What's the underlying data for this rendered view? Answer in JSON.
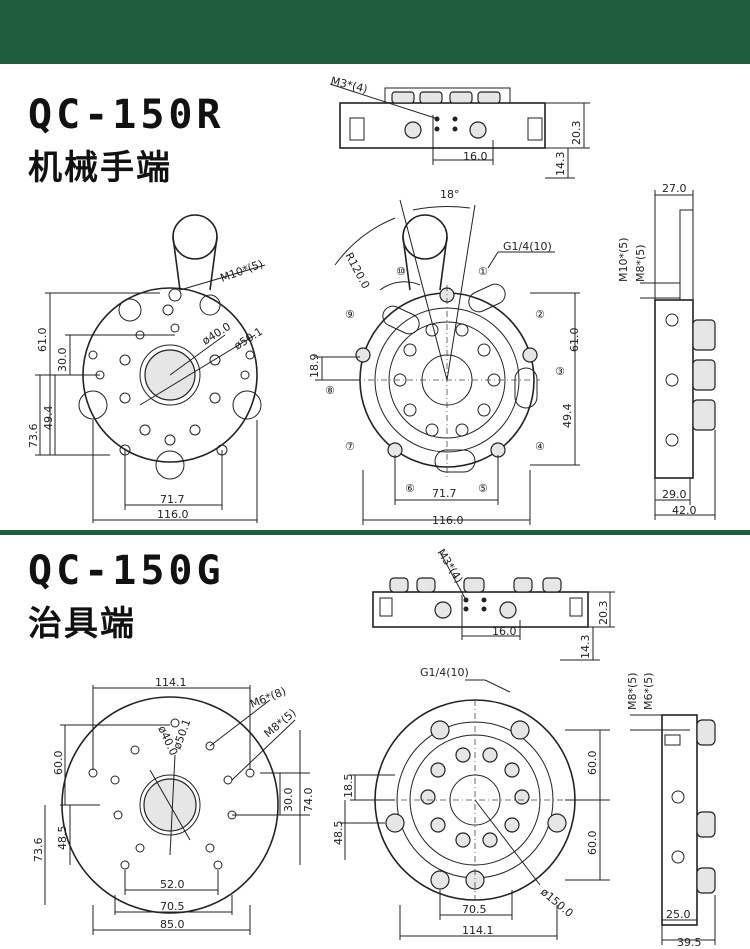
{
  "sections": [
    {
      "title": "QC-150R",
      "subtitle": "机械手端"
    },
    {
      "title": "QC-150G",
      "subtitle": "治具端"
    }
  ],
  "r_side": {
    "thread": "M3*(4)",
    "d16": "16.0",
    "d203": "20.3",
    "d143": "14.3"
  },
  "r_front_left": {
    "m10": "M10*(5)",
    "d40": "ø40.0",
    "d501": "ø50.1",
    "d61": "61.0",
    "d30": "30.0",
    "d736": "73.6",
    "d494": "49.4",
    "d717": "71.7",
    "d116": "116.0"
  },
  "r_front_right": {
    "angle": "18°",
    "radius": "R120.0",
    "port": "G1/4(10)",
    "d189": "18.9",
    "d61": "61.0",
    "d494": "49.4",
    "d717": "71.7",
    "d116": "116.0",
    "callouts": [
      "①",
      "②",
      "③",
      "④",
      "⑤",
      "⑥",
      "⑦",
      "⑧",
      "⑨",
      "⑩"
    ]
  },
  "r_profile": {
    "d27": "27.0",
    "m10": "M10*(5)",
    "m8": "M8*(5)",
    "d29": "29.0",
    "d42": "42.0"
  },
  "g_side": {
    "thread": "M3*(4)",
    "d16": "16.0",
    "d203": "20.3",
    "d143": "14.3"
  },
  "g_front_left": {
    "d1141": "114.1",
    "m6": "M6*(8)",
    "m8": "M8*(5)",
    "d40": "ø40.0",
    "d501": "ø50.1",
    "d60": "60.0",
    "d30": "30.0",
    "d74": "74.0",
    "d736": "73.6",
    "d485": "48.5",
    "d52": "52.0",
    "d705": "70.5",
    "d85": "85.0"
  },
  "g_front_right": {
    "port": "G1/4(10)",
    "d185": "18.5",
    "d60a": "60.0",
    "d60b": "60.0",
    "d485": "48.5",
    "d150": "ø150.0",
    "d705": "70.5",
    "d1141": "114.1"
  },
  "g_profile": {
    "m8": "M8*(5)",
    "m6": "M6*(5)",
    "d25": "25.0",
    "d395": "39.5"
  }
}
